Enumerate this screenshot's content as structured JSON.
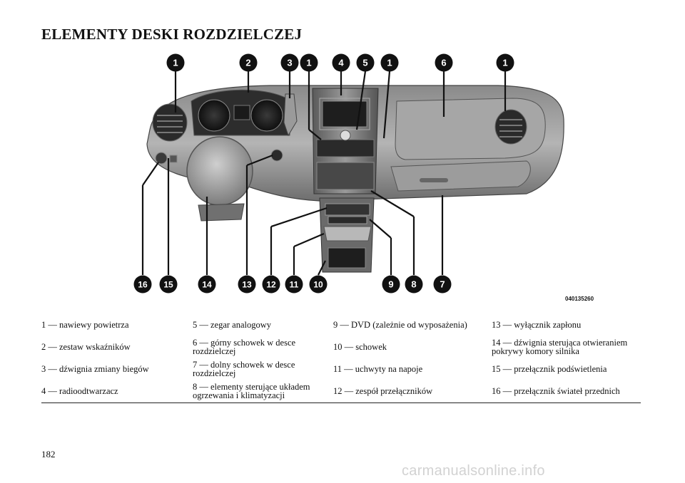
{
  "page": {
    "title": "ELEMENTY DESKI ROZDZIELCZEJ",
    "page_number": "182",
    "figure_code": "040135260",
    "watermark": "carmanualsonline.info"
  },
  "figure": {
    "top_callouts": [
      "1",
      "2",
      "3",
      "1",
      "4",
      "5",
      "1",
      "6",
      "1"
    ],
    "bottom_callouts": [
      "16",
      "15",
      "14",
      "13",
      "12",
      "11",
      "10",
      "9",
      "8",
      "7"
    ]
  },
  "legend": {
    "rows": [
      [
        "1 — nawiewy powietrza",
        "5 — zegar analogowy",
        "9 — DVD (zależnie od wyposażenia)",
        "13 — wyłącznik zapłonu"
      ],
      [
        "2 — zestaw wskaźników",
        "6 — górny schowek w desce rozdzielczej",
        "10 — schowek",
        "14 — dźwignia sterująca otwieraniem pokrywy komory silnika"
      ],
      [
        "3 — dźwignia zmiany biegów",
        "7 — dolny schowek w desce rozdzielczej",
        "11 — uchwyty na napoje",
        "15 — przełącznik podświetlenia"
      ],
      [
        "4 — radioodtwarzacz",
        "8 — elementy sterujące układem ogrzewania i klimatyzacji",
        "12 — zespół przełączników",
        "16 — przełącznik świateł przednich"
      ]
    ]
  }
}
